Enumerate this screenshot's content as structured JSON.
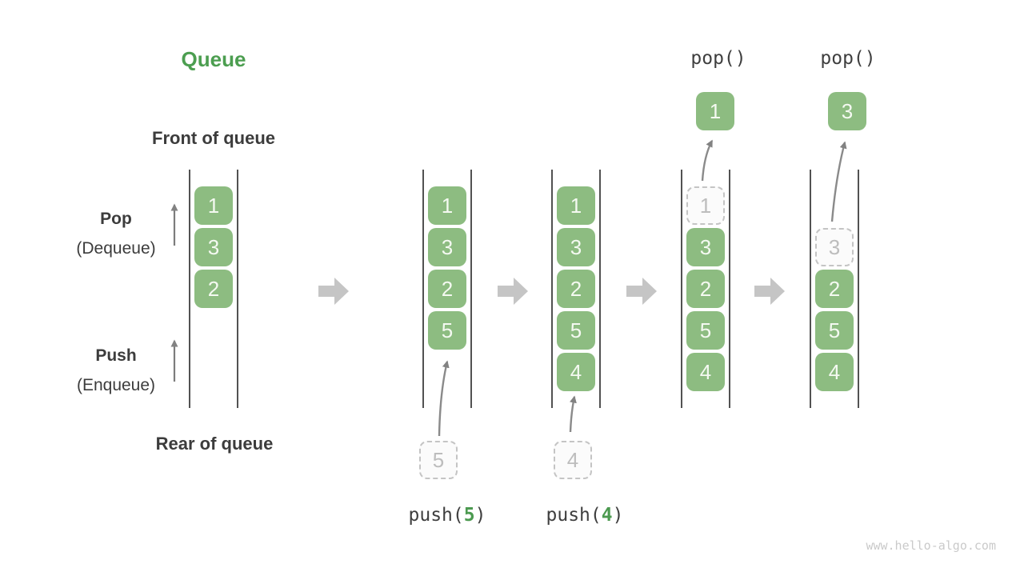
{
  "title": "Queue",
  "labels": {
    "front": "Front of queue",
    "rear": "Rear of queue",
    "pop": "Pop",
    "pop_sub": "(Dequeue)",
    "push": "Push",
    "push_sub": "(Enqueue)"
  },
  "ops": {
    "pop_label": "pop()",
    "push_prefix": "push(",
    "push_close": ")",
    "push_args": [
      "5",
      "4"
    ]
  },
  "queues": [
    {
      "cells": [
        "1",
        "3",
        "2"
      ]
    },
    {
      "cells": [
        "1",
        "3",
        "2",
        "5"
      ],
      "incoming": "5"
    },
    {
      "cells": [
        "1",
        "3",
        "2",
        "5",
        "4"
      ],
      "incoming": "4"
    },
    {
      "cells": [
        "3",
        "2",
        "5",
        "4"
      ],
      "removed": "1",
      "popped": "1"
    },
    {
      "cells": [
        "2",
        "5",
        "4"
      ],
      "removed": "3",
      "popped": "3"
    }
  ],
  "watermark": "www.hello-algo.com",
  "colors": {
    "title_green": "#4c9e50",
    "cell_green": "#8dbc81",
    "cell_text": "#f4f9f1",
    "label_text": "#3c3c3c",
    "code_text": "#3f3f3f",
    "arg_green": "#4c9a50",
    "arrow_gray": "#8a8a8a",
    "block_arrow_gray": "#c5c5c5",
    "ghost_gray": "#bdbdbd"
  }
}
